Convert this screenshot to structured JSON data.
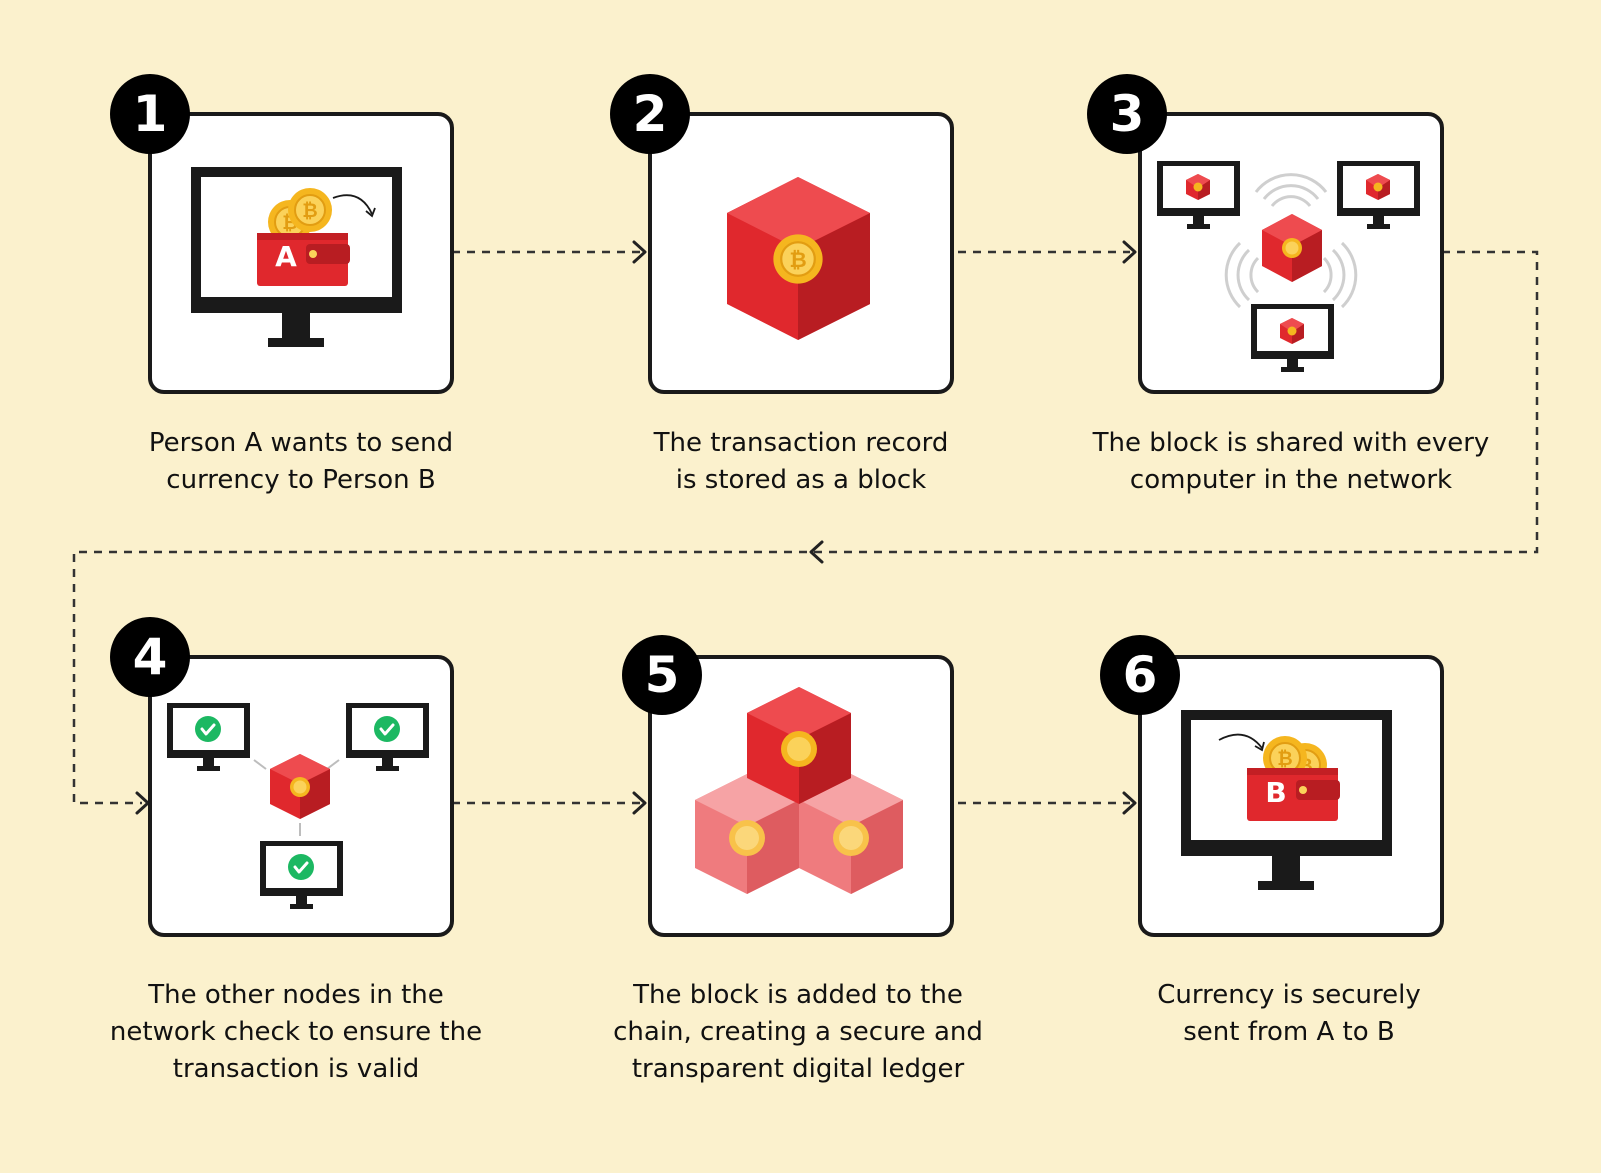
{
  "colors": {
    "background": "#fbf1cd",
    "outline": "#1a1a1a",
    "block_red": "#e0282d",
    "block_pink": "#ef7b7e",
    "coin_gold": "#f5b61f",
    "check_green": "#1cb862"
  },
  "steps": [
    {
      "number": "1",
      "icon": "wallet-a-monitor-icon",
      "caption": [
        "Person A wants to send",
        "currency to Person B"
      ]
    },
    {
      "number": "2",
      "icon": "bitcoin-block-icon",
      "caption": [
        "The transaction record",
        "is stored as a block"
      ]
    },
    {
      "number": "3",
      "icon": "network-broadcast-icon",
      "caption": [
        "The block is shared with every",
        "computer in the network"
      ]
    },
    {
      "number": "4",
      "icon": "node-verification-icon",
      "caption": [
        "The other nodes in the",
        "network check to ensure the",
        "transaction is valid"
      ]
    },
    {
      "number": "5",
      "icon": "blockchain-stack-icon",
      "caption": [
        "The block is added to the",
        "chain, creating a secure and",
        "transparent digital ledger"
      ]
    },
    {
      "number": "6",
      "icon": "wallet-b-monitor-icon",
      "caption": [
        "Currency is securely",
        "sent from A to B"
      ]
    }
  ],
  "wallet_labels": {
    "sender": "A",
    "receiver": "B"
  }
}
